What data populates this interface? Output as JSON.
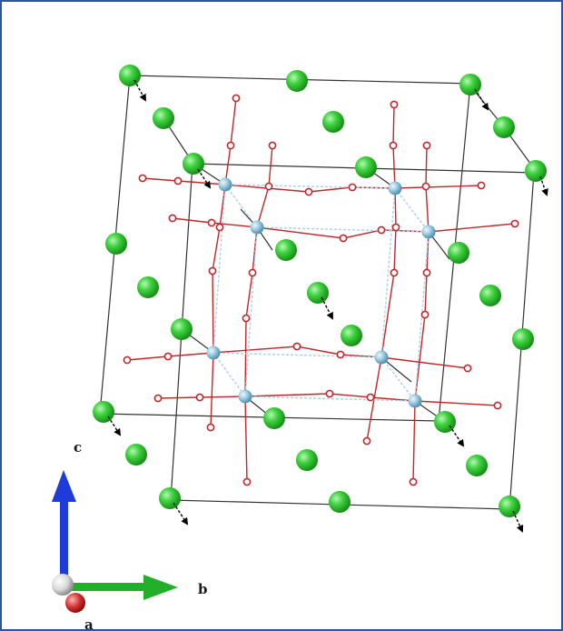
{
  "structure": {
    "atoms": {
      "large_atom_color": "#2ecc2e",
      "medium_atom_color": "#8fc3dc",
      "small_atom_color": "#c0282b"
    },
    "bond_colors": {
      "red_bond": "#c0282b",
      "blue_bond": "#8fc3dc",
      "displacement_arrow": "#000000"
    },
    "cell_edge_color": "#333333"
  },
  "axes": {
    "c": {
      "label": "c",
      "color": "#1f3bd9"
    },
    "b": {
      "label": "b",
      "color": "#22b02a"
    },
    "a": {
      "label": "a",
      "color": "#cc1a1a"
    }
  },
  "frame": {
    "border_color": "#2e5597"
  }
}
